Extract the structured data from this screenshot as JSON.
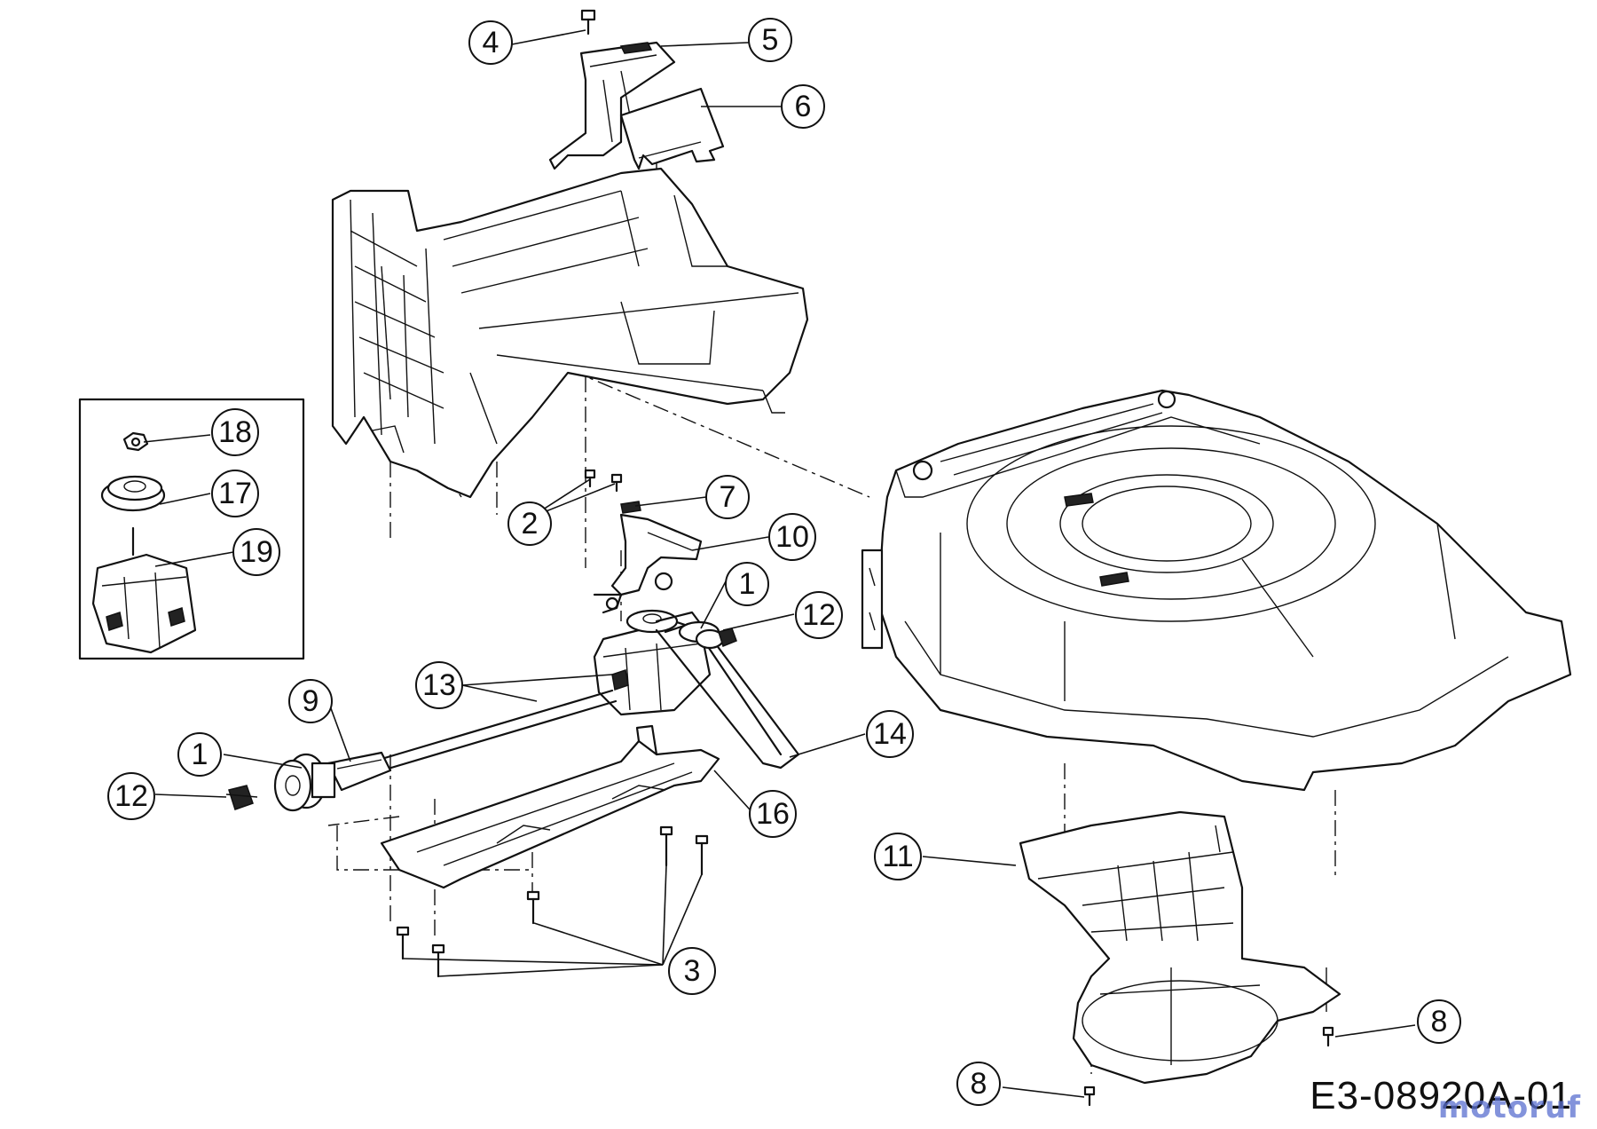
{
  "drawing_code": "E3-08920A-01",
  "watermark": "motoruf",
  "callouts": [
    {
      "id": "c4",
      "label": "4"
    },
    {
      "id": "c5",
      "label": "5"
    },
    {
      "id": "c6",
      "label": "6"
    },
    {
      "id": "c18",
      "label": "18"
    },
    {
      "id": "c17",
      "label": "17"
    },
    {
      "id": "c19",
      "label": "19"
    },
    {
      "id": "c2",
      "label": "2"
    },
    {
      "id": "c7",
      "label": "7"
    },
    {
      "id": "c10",
      "label": "10"
    },
    {
      "id": "c1a",
      "label": "1"
    },
    {
      "id": "c12a",
      "label": "12"
    },
    {
      "id": "c13",
      "label": "13"
    },
    {
      "id": "c9",
      "label": "9"
    },
    {
      "id": "c1b",
      "label": "1"
    },
    {
      "id": "c12b",
      "label": "12"
    },
    {
      "id": "c14",
      "label": "14"
    },
    {
      "id": "c16",
      "label": "16"
    },
    {
      "id": "c11",
      "label": "11"
    },
    {
      "id": "c3",
      "label": "3"
    },
    {
      "id": "c8a",
      "label": "8"
    },
    {
      "id": "c8b",
      "label": "8"
    }
  ]
}
